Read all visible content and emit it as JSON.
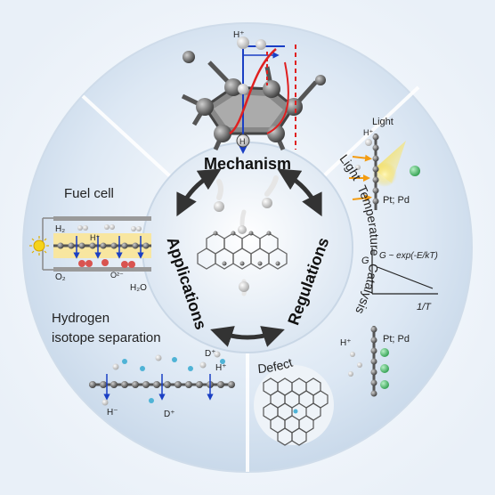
{
  "sections": {
    "mechanism": "Mechanism",
    "applications": "Applications",
    "regulations": "Regulations"
  },
  "top_labels": {
    "h_plus_top": "H⁺",
    "h_bottom": "H"
  },
  "applications": {
    "fuel_cell": "Fuel cell",
    "fuel_cell_h2": "H₂",
    "fuel_cell_hplus": "H⁺",
    "fuel_cell_o2": "O₂",
    "fuel_cell_o2minus": "O²⁻",
    "fuel_cell_h2o": "H₂O",
    "isotope_line1": "Hydrogen",
    "isotope_line2": "isotope separation",
    "isotope_dplus_top": "D⁺",
    "isotope_hplus_top": "H⁺",
    "isotope_hminus": "H⁻",
    "isotope_dplus_bottom": "D⁺"
  },
  "regulations": {
    "light_tag": "Light",
    "light_arc": "Light",
    "temperature_arc": "Temperature",
    "catalysis_arc": "Catalysis",
    "defect_arc": "Defect",
    "light_hplus": "H⁺",
    "light_metals": "Pt; Pd",
    "arrhenius": {
      "ylabel": "G",
      "equation": "G ~ exp(-E/kT)",
      "xlabel": "1/T"
    },
    "catalysis_hplus": "H⁺",
    "catalysis_metals": "Pt; Pd"
  },
  "colors": {
    "background_light": "#f2f6fb",
    "disk_edge": "#d3e0ee",
    "inner_disk": "#e6eef7",
    "graphene": "#555555",
    "blue_arrow": "#1a3fc4",
    "red_curve": "#e02020",
    "pt_green": "#4fc46c",
    "light_yellow": "#f5d31a",
    "fuel_cell_band": "#f8e6a0",
    "oxygen_red": "#d9534f",
    "deuterium_blue": "#4fb3d6"
  }
}
